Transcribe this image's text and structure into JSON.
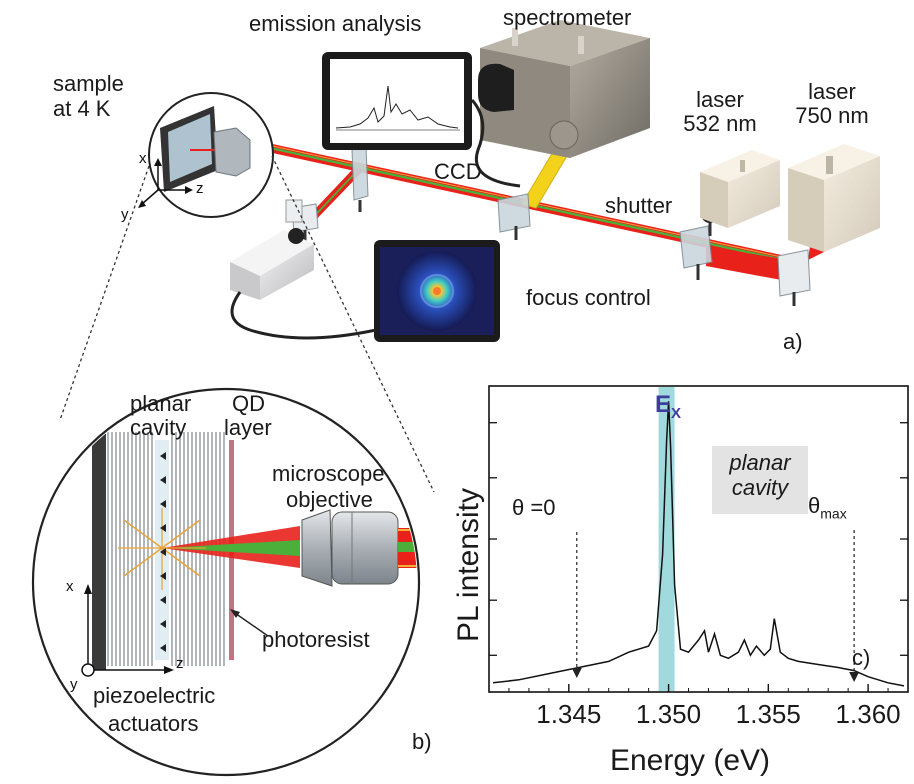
{
  "panel_a": {
    "sample_label_line1": "sample",
    "sample_label_line2": "at 4 K",
    "axis_x": "x",
    "axis_y": "y",
    "axis_z": "z",
    "emission_analysis": "emission analysis",
    "spectrometer": "spectrometer",
    "ccd": "CCD",
    "laser_532_line1": "laser",
    "laser_532_line2": "532 nm",
    "laser_750_line1": "laser",
    "laser_750_line2": "750 nm",
    "shutter": "shutter",
    "focus_control": "focus control",
    "panel_letter": "a)"
  },
  "panel_b": {
    "planar_cavity_line1": "planar",
    "planar_cavity_line2": "cavity",
    "qd_layer_line1": "QD",
    "qd_layer_line2": "layer",
    "microscope_line1": "microscope",
    "microscope_line2": "objective",
    "photoresist": "photoresist",
    "piezo_line1": "piezoelectric",
    "piezo_line2": "actuators",
    "axis_x": "x",
    "axis_y": "y",
    "axis_z": "z",
    "panel_letter": "b)"
  },
  "colors": {
    "laser_red": "#e8211b",
    "laser_green": "#4caf3a",
    "emission_yellow": "#f2d21a",
    "peak_highlight": "#8fd3d6",
    "ex_label": "#3d3d9e",
    "annotation_box": "#e3e3e3"
  },
  "chart_data": {
    "type": "line",
    "xlabel": "Energy (eV)",
    "ylabel": "PL intensity",
    "xlim": [
      1.341,
      1.362
    ],
    "ylim": [
      0,
      1
    ],
    "x_ticks": [
      "1.345",
      "1.350",
      "1.355",
      "1.360"
    ],
    "grid": false,
    "panel_letter": "c)",
    "annotation_box": "planar cavity",
    "peak_label": "E",
    "peak_label_sub": "X",
    "peak_band": [
      1.3495,
      1.3503
    ],
    "marker_theta0": {
      "text": "θ =0",
      "energy": 1.3454
    },
    "marker_thetamax": {
      "text": "θ",
      "sub": "max",
      "energy": 1.3593
    },
    "series": [
      {
        "x": [
          1.3412,
          1.3425,
          1.344,
          1.3455,
          1.347,
          1.348,
          1.349,
          1.3494,
          1.3497,
          1.3499,
          1.35,
          1.3501,
          1.3503,
          1.3506,
          1.351,
          1.3515,
          1.3518,
          1.352,
          1.3523,
          1.3526,
          1.353,
          1.3535,
          1.3538,
          1.3541,
          1.3544,
          1.3548,
          1.3551,
          1.3553,
          1.3556,
          1.356,
          1.3565,
          1.3575,
          1.3585,
          1.3593,
          1.36,
          1.361,
          1.3618
        ],
        "y": [
          0.03,
          0.04,
          0.06,
          0.08,
          0.1,
          0.13,
          0.15,
          0.2,
          0.45,
          0.82,
          0.95,
          0.8,
          0.35,
          0.14,
          0.13,
          0.17,
          0.2,
          0.13,
          0.19,
          0.12,
          0.11,
          0.13,
          0.17,
          0.12,
          0.15,
          0.12,
          0.14,
          0.24,
          0.13,
          0.11,
          0.1,
          0.09,
          0.08,
          0.07,
          0.05,
          0.03,
          0.02
        ]
      }
    ]
  }
}
